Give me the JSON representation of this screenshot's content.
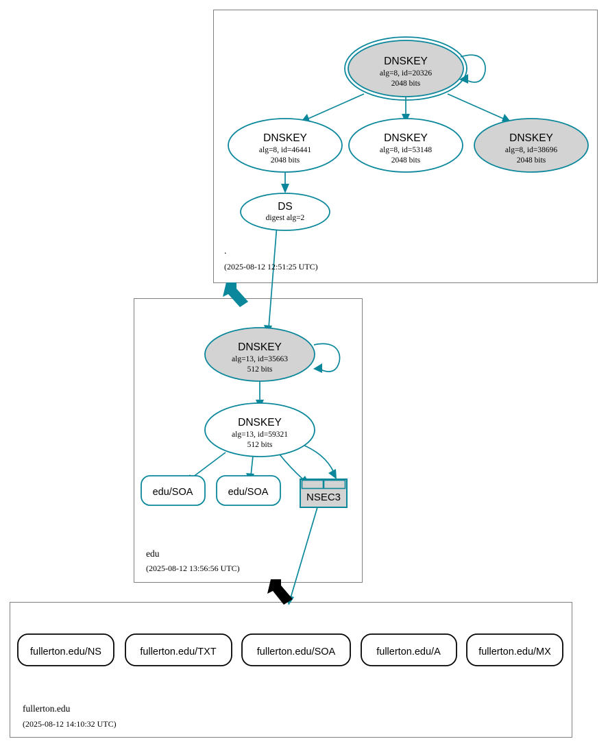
{
  "diagram": {
    "type": "dnssec-authentication-chain",
    "colors": {
      "secure": "#0a879b",
      "insecure": "#000000",
      "node_fill_gray": "#d3d3d3",
      "node_fill_white": "#ffffff",
      "zone_border": "#808080"
    }
  },
  "zones": [
    {
      "name": "root",
      "label": ".",
      "timestamp": "(2025-08-12 12:51:25 UTC)",
      "nodes": [
        {
          "id": "root-ksk",
          "kind": "DNSKEY",
          "title": "DNSKEY",
          "line2": "alg=8, id=20326",
          "line3": "2048 bits",
          "alg": 8,
          "key_id": 20326,
          "bits": 2048,
          "style": "double-ellipse",
          "fill": "gray",
          "self_signed": true
        },
        {
          "id": "root-zsk-46441",
          "kind": "DNSKEY",
          "title": "DNSKEY",
          "line2": "alg=8, id=46441",
          "line3": "2048 bits",
          "alg": 8,
          "key_id": 46441,
          "bits": 2048,
          "style": "ellipse",
          "fill": "white",
          "self_signed": false
        },
        {
          "id": "root-zsk-53148",
          "kind": "DNSKEY",
          "title": "DNSKEY",
          "line2": "alg=8, id=53148",
          "line3": "2048 bits",
          "alg": 8,
          "key_id": 53148,
          "bits": 2048,
          "style": "ellipse",
          "fill": "white",
          "self_signed": false
        },
        {
          "id": "root-zsk-38696",
          "kind": "DNSKEY",
          "title": "DNSKEY",
          "line2": "alg=8, id=38696",
          "line3": "2048 bits",
          "alg": 8,
          "key_id": 38696,
          "bits": 2048,
          "style": "ellipse",
          "fill": "gray",
          "self_signed": false
        },
        {
          "id": "root-ds",
          "kind": "DS",
          "title": "DS",
          "line2": "digest alg=2",
          "digest_alg": 2,
          "style": "ellipse",
          "fill": "white"
        }
      ]
    },
    {
      "name": "edu",
      "label": "edu",
      "timestamp": "(2025-08-12 13:56:56 UTC)",
      "nodes": [
        {
          "id": "edu-ksk",
          "kind": "DNSKEY",
          "title": "DNSKEY",
          "line2": "alg=13, id=35663",
          "line3": "512 bits",
          "alg": 13,
          "key_id": 35663,
          "bits": 512,
          "style": "ellipse",
          "fill": "gray",
          "self_signed": true
        },
        {
          "id": "edu-zsk",
          "kind": "DNSKEY",
          "title": "DNSKEY",
          "line2": "alg=13, id=59321",
          "line3": "512 bits",
          "alg": 13,
          "key_id": 59321,
          "bits": 512,
          "style": "ellipse",
          "fill": "white",
          "self_signed": false
        },
        {
          "id": "edu-soa-1",
          "kind": "RRset",
          "title": "edu/SOA",
          "style": "rounded-box",
          "secure": true
        },
        {
          "id": "edu-soa-2",
          "kind": "RRset",
          "title": "edu/SOA",
          "style": "rounded-box",
          "secure": true
        },
        {
          "id": "edu-nsec3",
          "kind": "NSEC3",
          "title": "NSEC3",
          "style": "record-table",
          "secure": true
        }
      ]
    },
    {
      "name": "fullerton.edu",
      "label": "fullerton.edu",
      "timestamp": "(2025-08-12 14:10:32 UTC)",
      "nodes": [
        {
          "id": "f-ns",
          "kind": "RRset",
          "title": "fullerton.edu/NS",
          "style": "rounded-box",
          "secure": false
        },
        {
          "id": "f-txt",
          "kind": "RRset",
          "title": "fullerton.edu/TXT",
          "style": "rounded-box",
          "secure": false
        },
        {
          "id": "f-soa",
          "kind": "RRset",
          "title": "fullerton.edu/SOA",
          "style": "rounded-box",
          "secure": false
        },
        {
          "id": "f-a",
          "kind": "RRset",
          "title": "fullerton.edu/A",
          "style": "rounded-box",
          "secure": false
        },
        {
          "id": "f-mx",
          "kind": "RRset",
          "title": "fullerton.edu/MX",
          "style": "rounded-box",
          "secure": false
        }
      ]
    }
  ],
  "edges": [
    {
      "from": "root-ksk",
      "to": "root-ksk",
      "kind": "self-signature",
      "color": "secure"
    },
    {
      "from": "root-ksk",
      "to": "root-zsk-46441",
      "kind": "signature",
      "color": "secure"
    },
    {
      "from": "root-ksk",
      "to": "root-zsk-53148",
      "kind": "signature",
      "color": "secure"
    },
    {
      "from": "root-ksk",
      "to": "root-zsk-38696",
      "kind": "signature",
      "color": "secure"
    },
    {
      "from": "root-zsk-46441",
      "to": "root-ds",
      "kind": "signature",
      "color": "secure"
    },
    {
      "from": "root-ds",
      "to": "edu-ksk",
      "kind": "ds-to-dnskey",
      "color": "secure"
    },
    {
      "from": "edu-ksk",
      "to": "edu-ksk",
      "kind": "self-signature",
      "color": "secure"
    },
    {
      "from": "edu-ksk",
      "to": "edu-zsk",
      "kind": "signature",
      "color": "secure"
    },
    {
      "from": "edu-zsk",
      "to": "edu-soa-1",
      "kind": "signature",
      "color": "secure"
    },
    {
      "from": "edu-zsk",
      "to": "edu-soa-2",
      "kind": "signature",
      "color": "secure"
    },
    {
      "from": "edu-zsk",
      "to": "edu-nsec3",
      "kind": "signature",
      "color": "secure"
    },
    {
      "from": "edu-zsk",
      "to": "edu-nsec3",
      "kind": "signature",
      "color": "secure"
    },
    {
      "from": "edu-nsec3",
      "to": "fullerton.edu",
      "kind": "insecure-delegation-proof",
      "color": "secure"
    },
    {
      "from": "root",
      "to": "edu",
      "kind": "delegation",
      "color": "secure"
    },
    {
      "from": "edu",
      "to": "fullerton.edu",
      "kind": "delegation",
      "color": "insecure"
    }
  ]
}
